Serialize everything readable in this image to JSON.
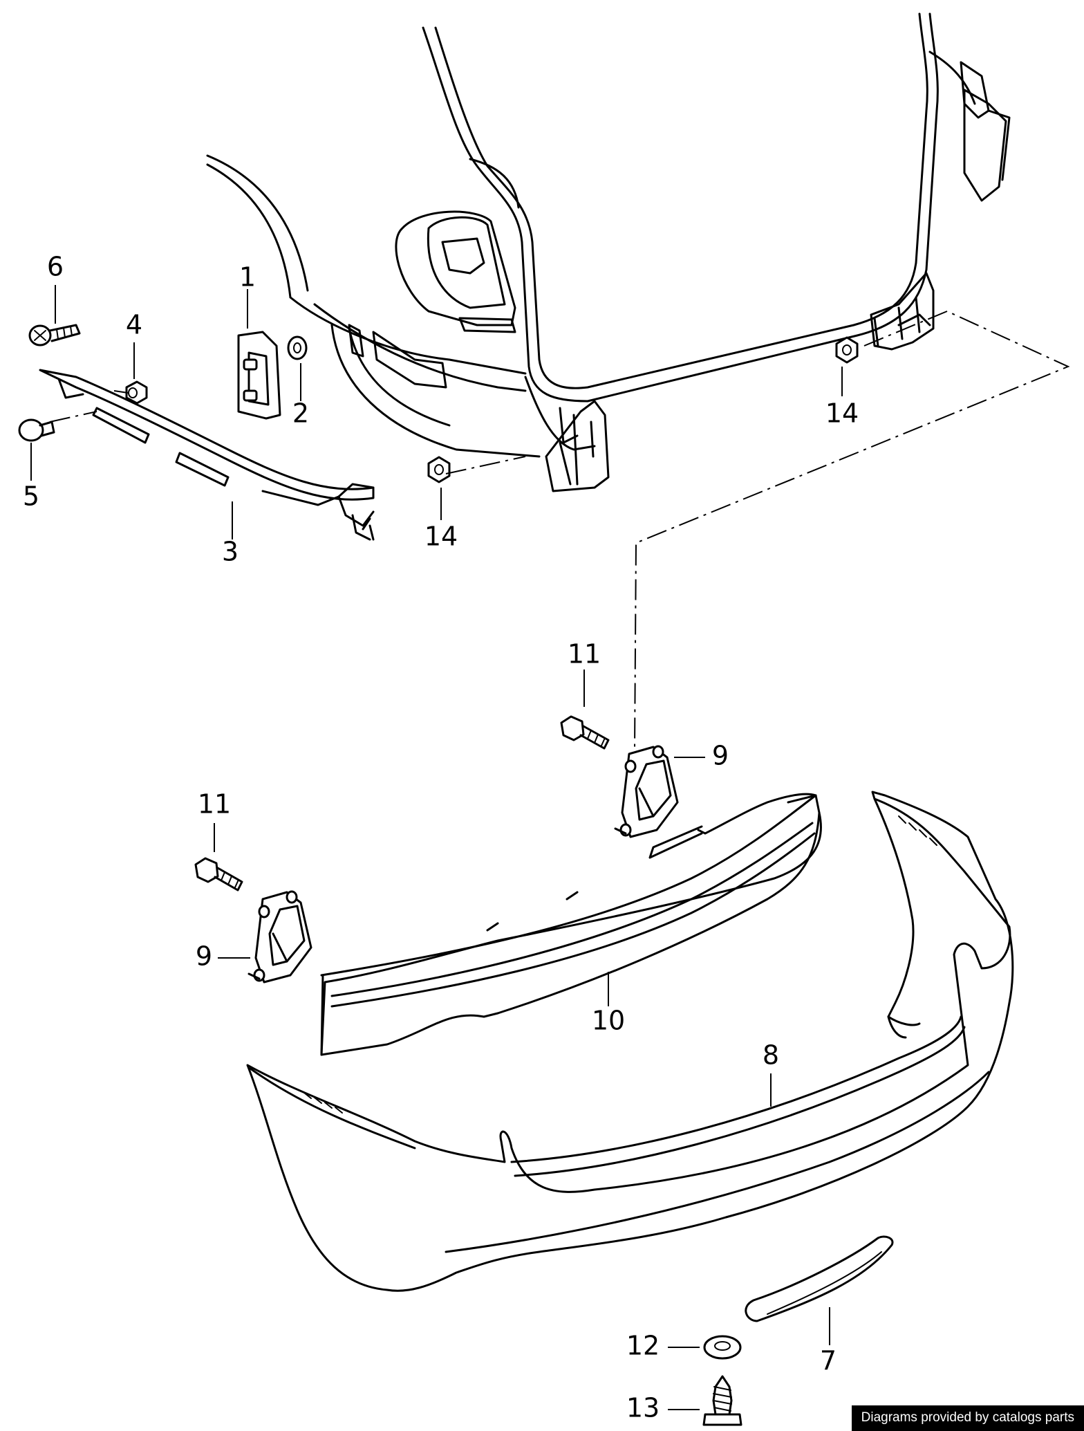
{
  "callouts": [
    {
      "id": "c1",
      "number": "1"
    },
    {
      "id": "c2",
      "number": "2"
    },
    {
      "id": "c3",
      "number": "3"
    },
    {
      "id": "c4",
      "number": "4"
    },
    {
      "id": "c5",
      "number": "5"
    },
    {
      "id": "c6",
      "number": "6"
    },
    {
      "id": "c7",
      "number": "7"
    },
    {
      "id": "c8",
      "number": "8"
    },
    {
      "id": "c9a",
      "number": "9"
    },
    {
      "id": "c9b",
      "number": "9"
    },
    {
      "id": "c10",
      "number": "10"
    },
    {
      "id": "c11a",
      "number": "11"
    },
    {
      "id": "c11b",
      "number": "11"
    },
    {
      "id": "c12",
      "number": "12"
    },
    {
      "id": "c13",
      "number": "13"
    },
    {
      "id": "c14a",
      "number": "14"
    },
    {
      "id": "c14b",
      "number": "14"
    }
  ],
  "footer": {
    "credit": "Diagrams provided by catalogs parts"
  }
}
